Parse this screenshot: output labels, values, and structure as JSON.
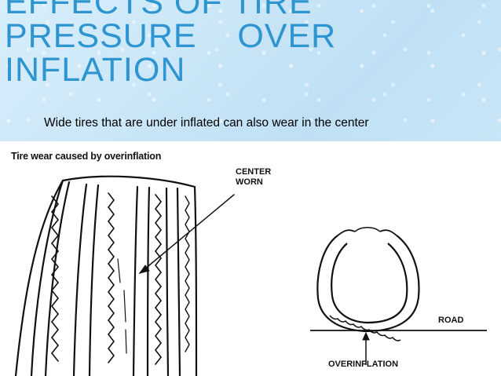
{
  "slide": {
    "title": "EFFECTS OF TIRE\nPRESSURE    OVER\nINFLATION",
    "subtitle": "Wide tires that are under inflated can also wear in the center"
  },
  "figure": {
    "caption": "Tire wear caused by overinflation",
    "label_center": "CENTER",
    "label_worn": "WORN",
    "label_road": "ROAD",
    "label_overinflation": "OVERINFLATION"
  },
  "colors": {
    "title": "#2e95d1",
    "background": "#cfe8f7"
  }
}
